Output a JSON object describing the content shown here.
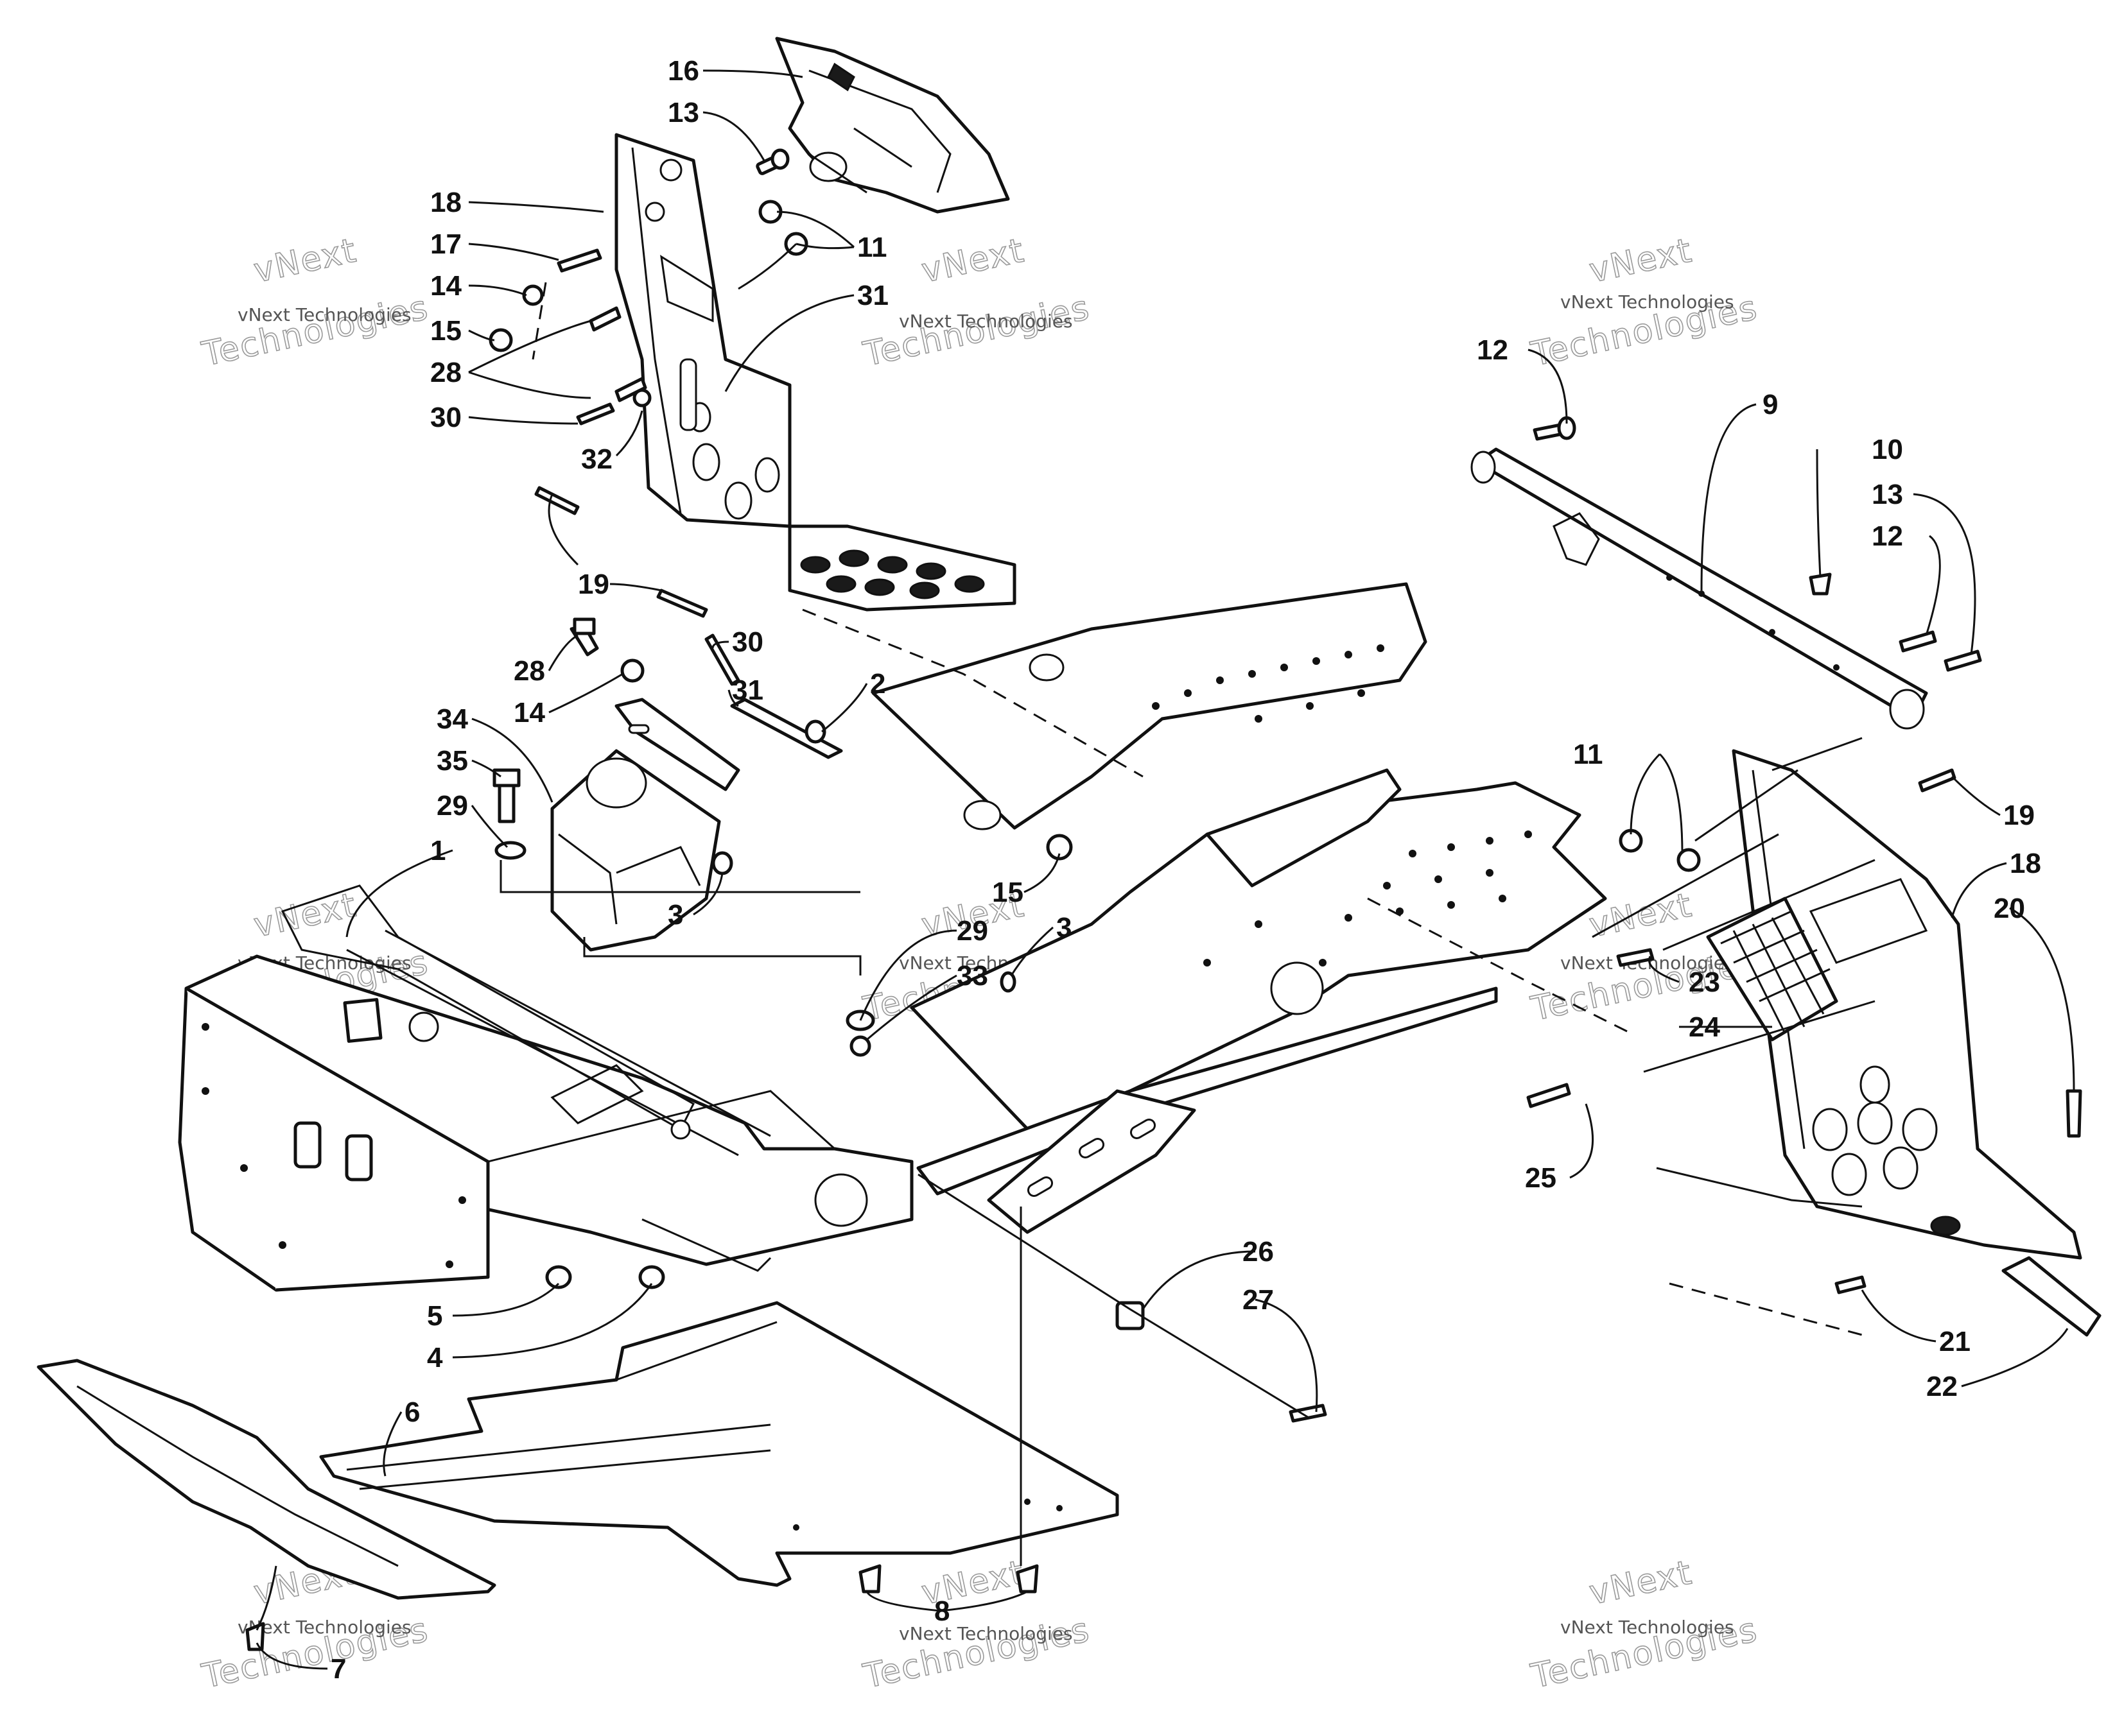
{
  "diagram": {
    "callouts": [
      {
        "id": "c16",
        "label": "16"
      },
      {
        "id": "c13a",
        "label": "13"
      },
      {
        "id": "c18a",
        "label": "18"
      },
      {
        "id": "c17",
        "label": "17"
      },
      {
        "id": "c14a",
        "label": "14"
      },
      {
        "id": "c15a",
        "label": "15"
      },
      {
        "id": "c28a",
        "label": "28"
      },
      {
        "id": "c30a",
        "label": "30"
      },
      {
        "id": "c32",
        "label": "32"
      },
      {
        "id": "c19a",
        "label": "19"
      },
      {
        "id": "c11a",
        "label": "11"
      },
      {
        "id": "c31a",
        "label": "31"
      },
      {
        "id": "c28b",
        "label": "28"
      },
      {
        "id": "c14b",
        "label": "14"
      },
      {
        "id": "c34",
        "label": "34"
      },
      {
        "id": "c35",
        "label": "35"
      },
      {
        "id": "c29a",
        "label": "29"
      },
      {
        "id": "c1",
        "label": "1"
      },
      {
        "id": "c30b",
        "label": "30"
      },
      {
        "id": "c31b",
        "label": "31"
      },
      {
        "id": "c2",
        "label": "2"
      },
      {
        "id": "c3a",
        "label": "3"
      },
      {
        "id": "c15b",
        "label": "15"
      },
      {
        "id": "c29b",
        "label": "29"
      },
      {
        "id": "c33",
        "label": "33"
      },
      {
        "id": "c3b",
        "label": "3"
      },
      {
        "id": "c5",
        "label": "5"
      },
      {
        "id": "c4",
        "label": "4"
      },
      {
        "id": "c6",
        "label": "6"
      },
      {
        "id": "c7",
        "label": "7"
      },
      {
        "id": "c8",
        "label": "8"
      },
      {
        "id": "c26",
        "label": "26"
      },
      {
        "id": "c27",
        "label": "27"
      },
      {
        "id": "c12a",
        "label": "12"
      },
      {
        "id": "c9",
        "label": "9"
      },
      {
        "id": "c10",
        "label": "10"
      },
      {
        "id": "c13b",
        "label": "13"
      },
      {
        "id": "c12b",
        "label": "12"
      },
      {
        "id": "c11b",
        "label": "11"
      },
      {
        "id": "c19b",
        "label": "19"
      },
      {
        "id": "c18b",
        "label": "18"
      },
      {
        "id": "c20",
        "label": "20"
      },
      {
        "id": "c23",
        "label": "23"
      },
      {
        "id": "c24",
        "label": "24"
      },
      {
        "id": "c25",
        "label": "25"
      },
      {
        "id": "c21",
        "label": "21"
      },
      {
        "id": "c22",
        "label": "22"
      }
    ],
    "watermark": {
      "company": "vNext Technologies",
      "logo_line1": "vNext",
      "logo_line2": "Technologies"
    },
    "line_color": "#111111",
    "background_color": "#ffffff"
  }
}
